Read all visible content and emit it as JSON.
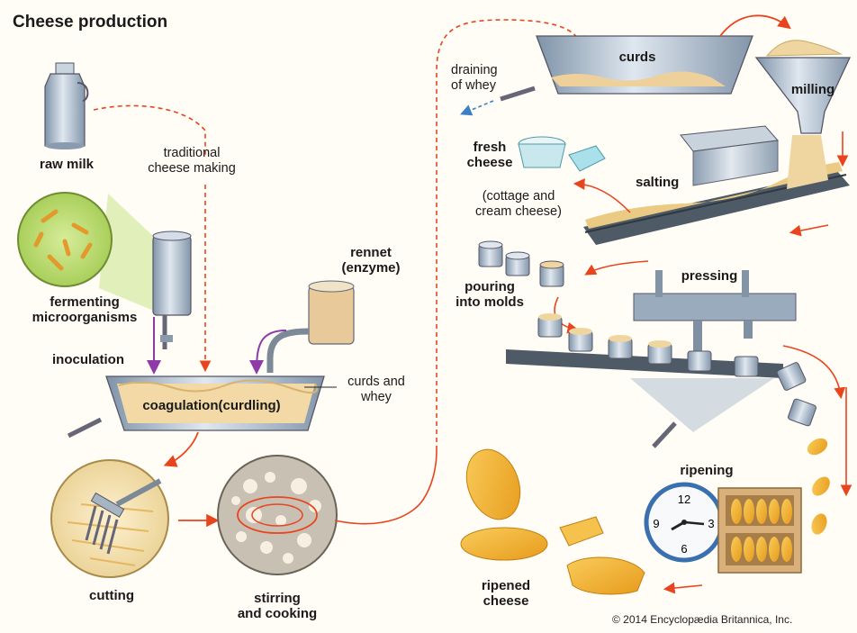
{
  "title": "Cheese production",
  "copyright": "© 2014 Encyclopædia Britannica, Inc.",
  "labels": {
    "raw_milk": "raw milk",
    "traditional": "traditional\ncheese making",
    "fermenting": "fermenting\nmicroorganisms",
    "inoculation": "inoculation",
    "rennet": "rennet\n(enzyme)",
    "coagulation": "coagulation(curdling)",
    "curds_whey": "curds and\nwhey",
    "cutting": "cutting",
    "stirring": "stirring\nand cooking",
    "draining": "draining\nof whey",
    "curds": "curds",
    "milling": "milling",
    "fresh_cheese": "fresh\ncheese",
    "fresh_note": "(cottage and\ncream cheese)",
    "salting": "salting",
    "pouring": "pouring\ninto molds",
    "pressing": "pressing",
    "ripening": "ripening",
    "ripened": "ripened\ncheese"
  },
  "colors": {
    "arrow": "#e8451f",
    "enzyme_arrow": "#8e3aa8",
    "steel": "#9aabbd",
    "curd": "#efd6a0",
    "cheese": "#f2b033",
    "belt": "#4e5a66"
  },
  "clock": {
    "numerals": [
      "12",
      "3",
      "6",
      "9"
    ]
  }
}
